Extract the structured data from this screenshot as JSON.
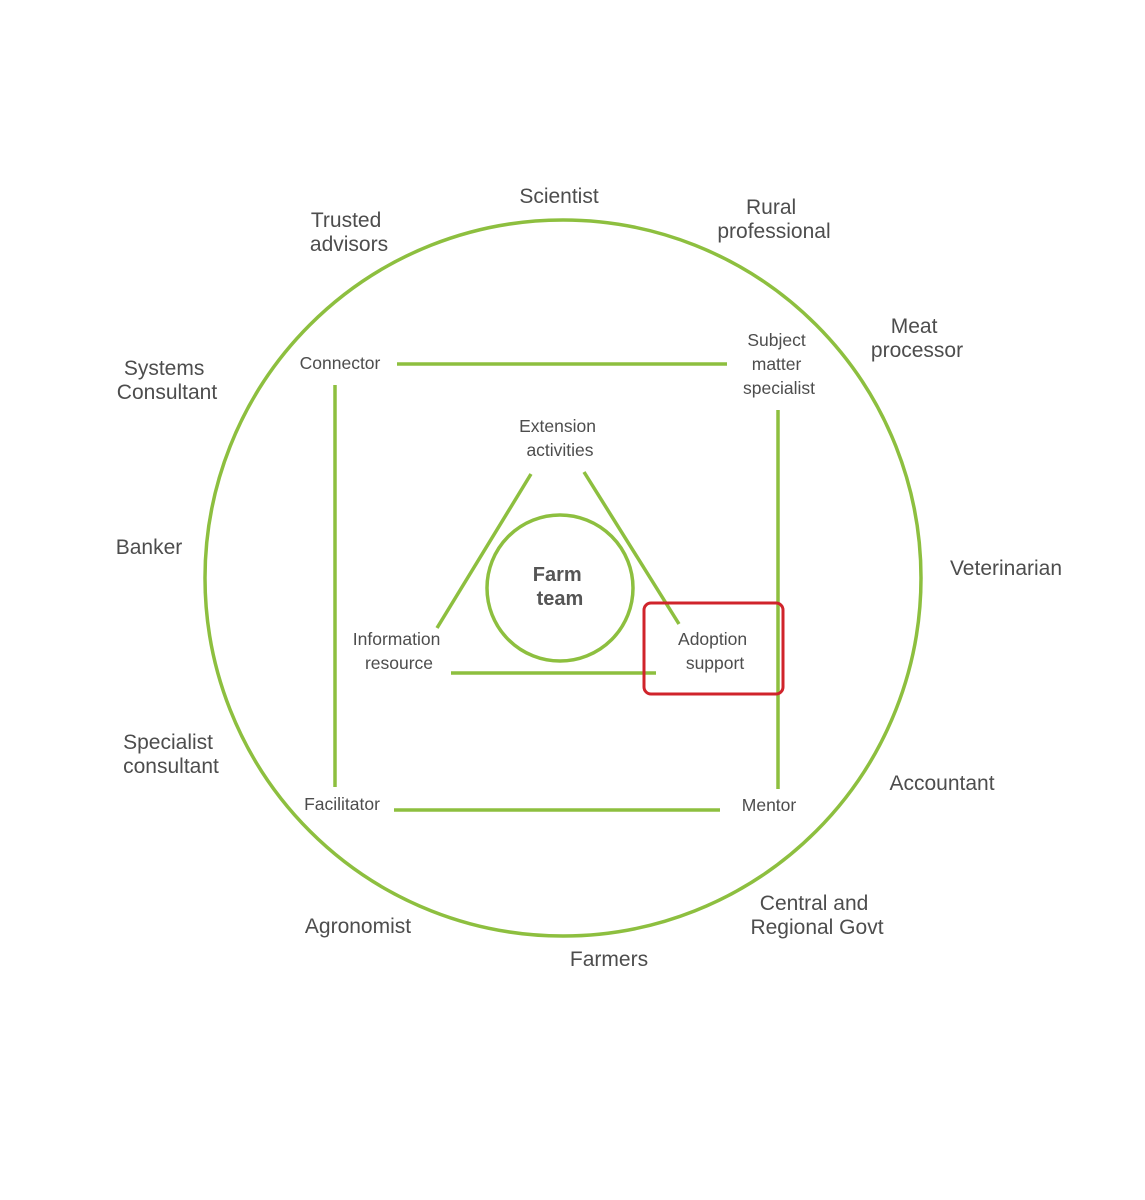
{
  "colors": {
    "line": "#8dbf3f",
    "text": "#4d4d4d",
    "highlight": "#d0242b",
    "background": "#ffffff"
  },
  "center": {
    "line1": "Farm",
    "line2": "team"
  },
  "triangle": {
    "extension_line1": "Extension",
    "extension_line2": "activities",
    "information_line1": "Information",
    "information_line2": "resource",
    "adoption_line1": "Adoption",
    "adoption_line2": "support"
  },
  "square": {
    "connector": "Connector",
    "subject_line1": "Subject",
    "subject_line2": "matter",
    "subject_line3": "specialist",
    "facilitator": "Facilitator",
    "mentor": "Mentor"
  },
  "outer": {
    "scientist": "Scientist",
    "trusted_line1": "Trusted",
    "trusted_line2": "advisors",
    "rural_line1": "Rural",
    "rural_line2": "professional",
    "meat_line1": "Meat",
    "meat_line2": "processor",
    "systems_line1": "Systems",
    "systems_line2": "Consultant",
    "banker": "Banker",
    "veterinarian": "Veterinarian",
    "specialist_line1": "Specialist",
    "specialist_line2": "consultant",
    "accountant": "Accountant",
    "agronomist": "Agronomist",
    "central_line1": "Central and",
    "central_line2": "Regional Govt",
    "farmers": "Farmers"
  }
}
